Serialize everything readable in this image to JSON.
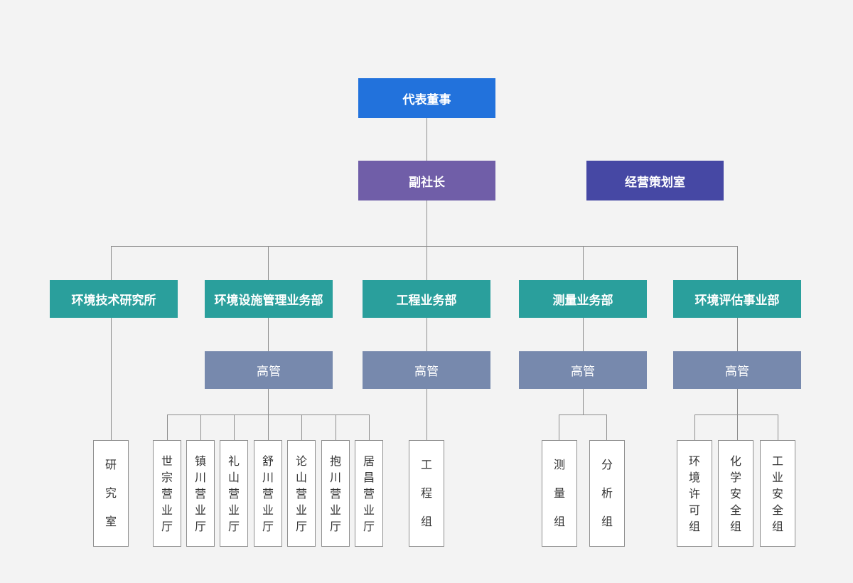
{
  "top": {
    "label": "代表董事"
  },
  "vice": {
    "label": "副社长"
  },
  "planning": {
    "label": "经营策划室"
  },
  "departments": [
    {
      "label": "环境技术研究所"
    },
    {
      "label": "环境设施管理业务部",
      "manager": "高管"
    },
    {
      "label": "工程业务部",
      "manager": "高管"
    },
    {
      "label": "测量业务部",
      "manager": "高管"
    },
    {
      "label": "环境评估事业部",
      "manager": "高管"
    }
  ],
  "units": {
    "research": [
      {
        "chars": [
          "研",
          "究",
          "室"
        ]
      }
    ],
    "facilities": [
      {
        "chars": [
          "世",
          "宗",
          "营",
          "业",
          "厅"
        ]
      },
      {
        "chars": [
          "镇",
          "川",
          "营",
          "业",
          "厅"
        ]
      },
      {
        "chars": [
          "礼",
          "山",
          "营",
          "业",
          "厅"
        ]
      },
      {
        "chars": [
          "舒",
          "川",
          "营",
          "业",
          "厅"
        ]
      },
      {
        "chars": [
          "论",
          "山",
          "营",
          "业",
          "厅"
        ]
      },
      {
        "chars": [
          "抱",
          "川",
          "营",
          "业",
          "厅"
        ]
      },
      {
        "chars": [
          "居",
          "昌",
          "营",
          "业",
          "厅"
        ]
      }
    ],
    "engineering": [
      {
        "chars": [
          "工",
          "程",
          "组"
        ]
      }
    ],
    "survey": [
      {
        "chars": [
          "测",
          "量",
          "组"
        ]
      },
      {
        "chars": [
          "分",
          "析",
          "组"
        ]
      }
    ],
    "assessment": [
      {
        "chars": [
          "环",
          "境",
          "许",
          "可",
          "组"
        ]
      },
      {
        "chars": [
          "化",
          "学",
          "安",
          "全",
          "组"
        ]
      },
      {
        "chars": [
          "工",
          "业",
          "安",
          "全",
          "组"
        ]
      }
    ]
  },
  "colors": {
    "top": "#2272dc",
    "vice": "#705ea8",
    "planning": "#4648a4",
    "department": "#2a9f9c",
    "manager": "#7789ad",
    "background": "#f3f3f3",
    "line": "#8e8e8e"
  }
}
